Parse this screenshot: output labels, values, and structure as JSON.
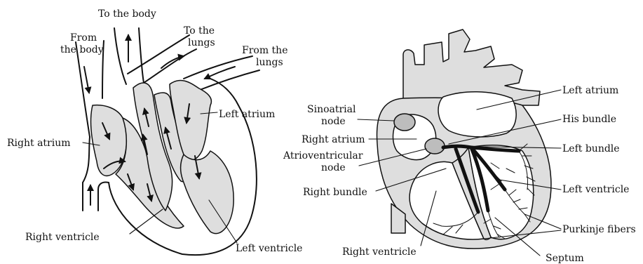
{
  "left_diagram": {
    "labels": {
      "to_the_body": "To the body",
      "from_the_body": [
        "From",
        "the body"
      ],
      "to_the_lungs": [
        "To the",
        "lungs"
      ],
      "from_the_lungs": [
        "From the",
        "lungs"
      ],
      "left_atrium": "Left atrium",
      "right_atrium": "Right atrium",
      "right_ventricle": "Right ventricle",
      "left_ventricle": "Left ventricle"
    }
  },
  "right_diagram": {
    "labels": {
      "left_atrium": "Left atrium",
      "sinoatrial_node": [
        "Sinoatrial",
        "node"
      ],
      "his_bundle": "His bundle",
      "right_atrium": "Right atrium",
      "left_bundle": "Left bundle",
      "atrioventricular_node": [
        "Atrioventricular",
        "node"
      ],
      "right_bundle": "Right bundle",
      "left_ventricle": "Left ventricle",
      "purkinje_fibers": "Purkinje fibers",
      "right_ventricle": "Right ventricle",
      "septum": "Septum"
    }
  },
  "colors": {
    "chamber_fill": "#dedede",
    "line": "#111111",
    "background": "#ffffff"
  }
}
